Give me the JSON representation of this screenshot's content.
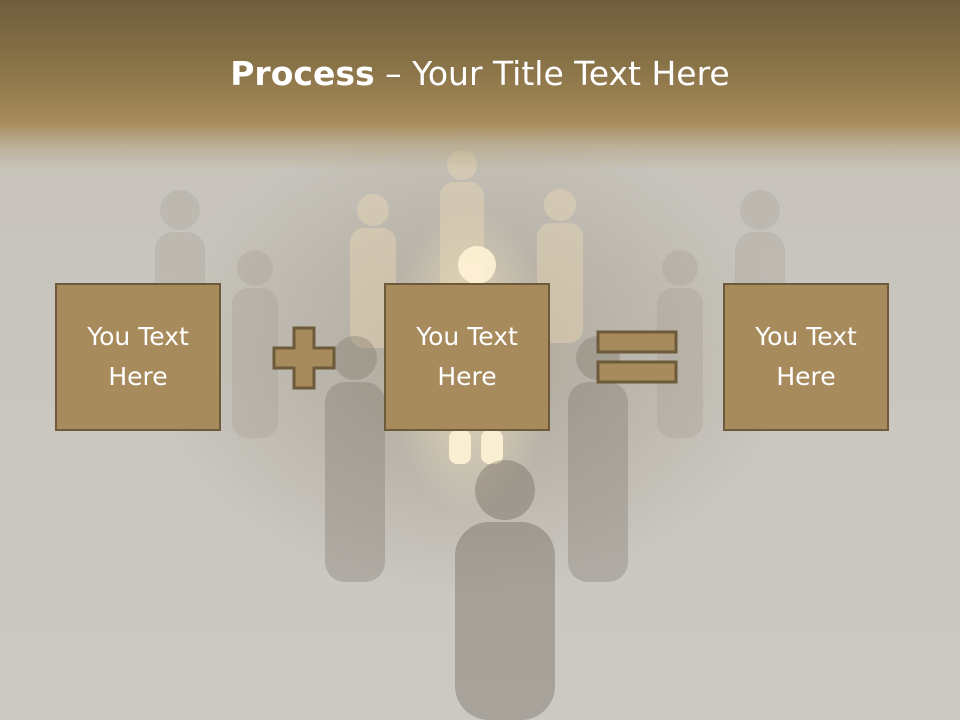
{
  "title": {
    "strong": "Process",
    "rest": " – Your Title Text Here"
  },
  "boxes": [
    {
      "text": "You Text\nHere"
    },
    {
      "text": "You Text\nHere"
    },
    {
      "text": "You Text\nHere"
    }
  ],
  "operators": [
    "plus-sign",
    "equals-sign"
  ],
  "colors": {
    "accent": "#a88b5d",
    "border": "#6c5a3a",
    "header_dark": "#6e5e3d",
    "text": "#ffffff"
  }
}
